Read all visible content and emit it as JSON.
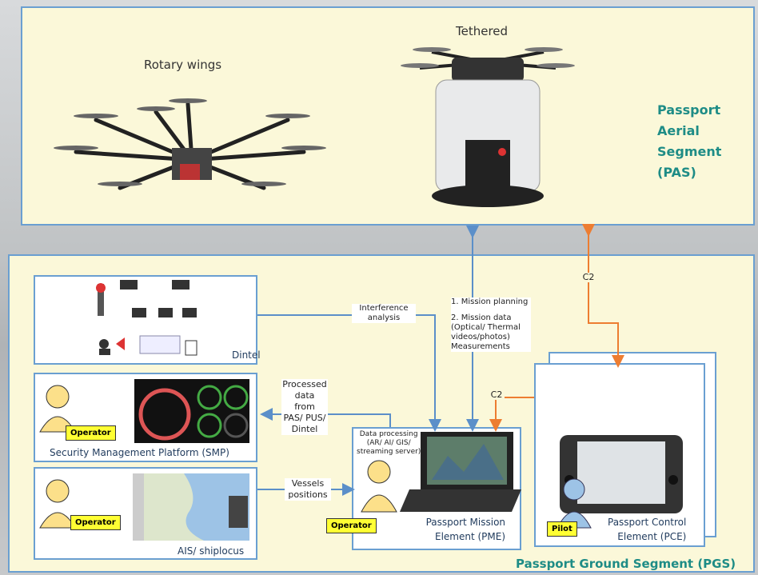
{
  "aerial": {
    "rotary_label": "Rotary wings",
    "tethered_label": "Tethered",
    "segment_label": [
      "Passport",
      "Aerial",
      "Segment",
      "(PAS)"
    ]
  },
  "ground": {
    "segment_label": "Passport Ground Segment (PGS)",
    "dintel_label": "Dintel",
    "smp_label": "Security Management Platform (SMP)",
    "ais_label": "AIS/ shiplocus",
    "pme_label": [
      "Passport Mission",
      "Element (PME)"
    ],
    "pce_label": [
      "Passport Control",
      "Element (PCE)"
    ],
    "operator": "Operator",
    "pilot": "Pilot",
    "pme_processing": [
      "Data processing",
      "(AR/ AI/ GIS/",
      "streaming server)"
    ]
  },
  "flows": {
    "interference": [
      "Interference",
      "analysis"
    ],
    "mission": [
      "1. Mission planning",
      "",
      "2. Mission data",
      "(Optical/ Thermal",
      "videos/photos)",
      "Measurements"
    ],
    "processed": [
      "Processed",
      "data",
      "from",
      "PAS/ PUS/",
      "Dintel"
    ],
    "vessels": [
      "Vessels",
      "positions"
    ],
    "c2_top": "C2",
    "c2_mid": "C2"
  },
  "colors": {
    "border": "#6a9fd1",
    "panel": "#fbf8d9",
    "arrow_blue": "#5b8fc9",
    "arrow_orange": "#ed7d31",
    "teal": "#1e8c86",
    "operator": "#ffff33"
  }
}
